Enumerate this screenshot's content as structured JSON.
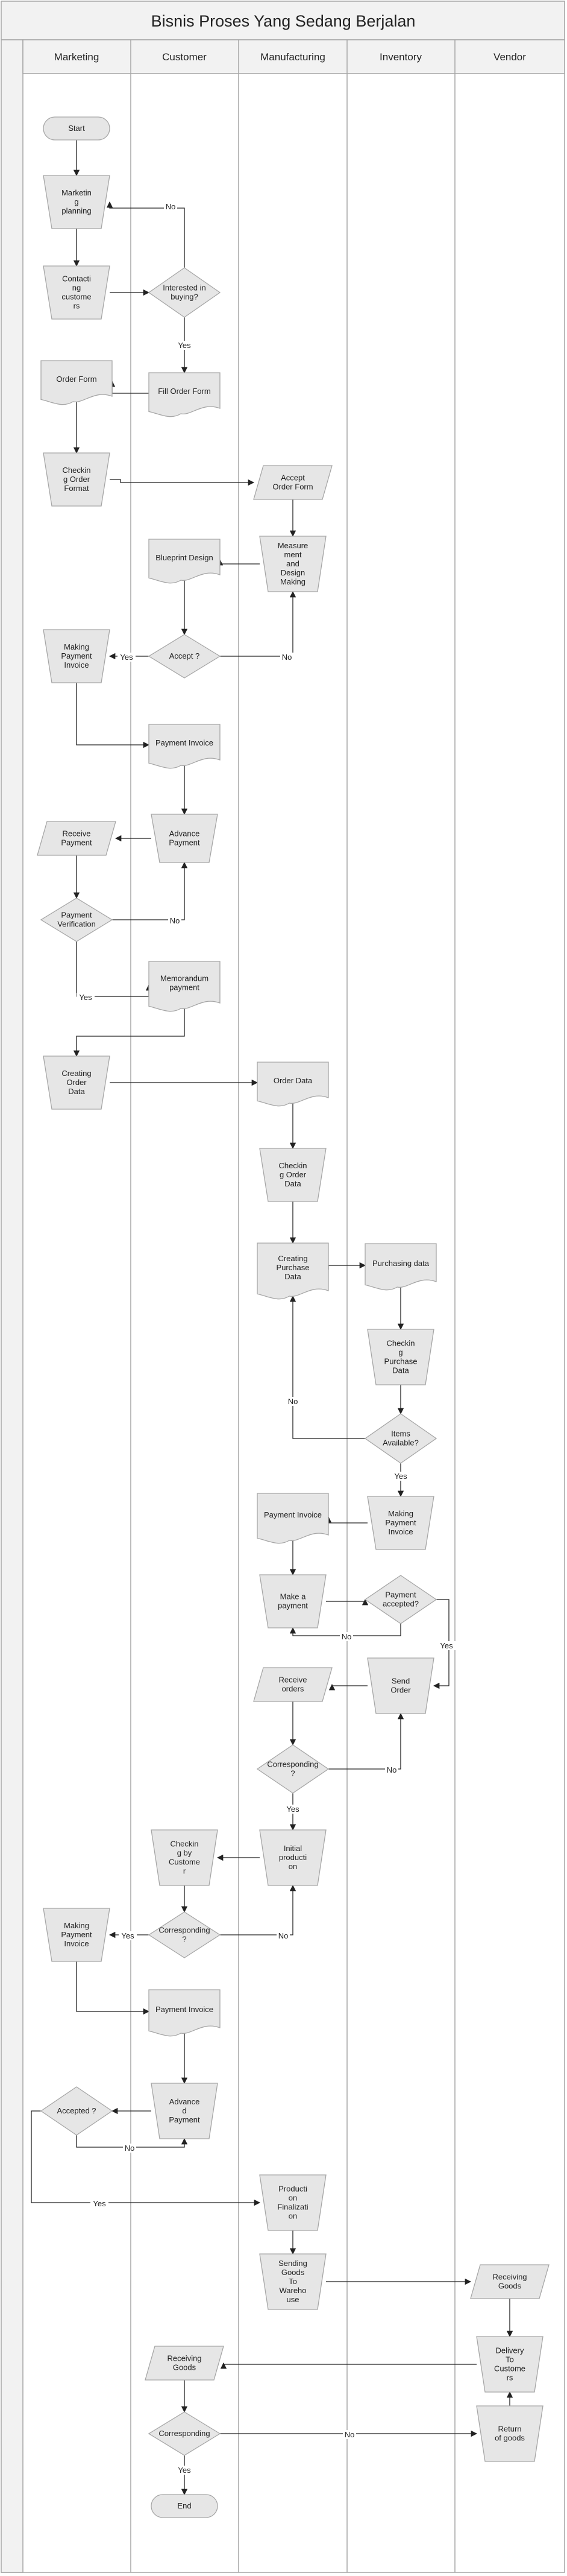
{
  "title": "Bisnis Proses Yang Sedang Berjalan",
  "lanes": [
    "Marketing",
    "Customer",
    "Manufacturing",
    "Inventory",
    "Vendor"
  ],
  "nodes": {
    "start": "Start",
    "marketing_planning": "Marketin\ng\nplanning",
    "contacting_customers": "Contacti\nng\ncustome\nrs",
    "interested": "Interested in\nbuying?",
    "fill_order_form": "Fill Order Form",
    "order_form": "Order Form",
    "checking_order_format": "Checkin\ng Order\nFormat",
    "accept_order_form": "Accept\nOrder Form",
    "measurement_design": "Measure\nment\nand\nDesign\nMaking",
    "blueprint_design": "Blueprint Design",
    "accept_q": "Accept ?",
    "making_payment_invoice_1": "Making\nPayment\nInvoice",
    "payment_invoice_1": "Payment Invoice",
    "advance_payment": "Advance\nPayment",
    "receive_payment": "Receive\nPayment",
    "payment_verification": "Payment\nVerification",
    "memorandum_payment": "Memorandum\npayment",
    "creating_order_data": "Creating\nOrder\nData",
    "order_data": "Order Data",
    "checking_order_data": "Checkin\ng Order\nData",
    "creating_purchase_data": "Creating\nPurchase\nData",
    "purchasing_data": "Purchasing data",
    "checking_purchase_data": "Checkin\ng\nPurchase\nData",
    "items_available": "Items\nAvailable?",
    "making_payment_invoice_inv": "Making\nPayment\nInvoice",
    "payment_invoice_mfg": "Payment Invoice",
    "make_a_payment": "Make a\npayment",
    "payment_accepted": "Payment\naccepted?",
    "send_order": "Send\nOrder",
    "receive_orders": "Receive\norders",
    "corresponding_mfg": "Corresponding\n?",
    "initial_production": "Initial\nproducti\non",
    "checking_by_customer": "Checkin\ng by\nCustome\nr",
    "corresponding_cust": "Corresponding\n?",
    "making_payment_invoice_2": "Making\nPayment\nInvoice",
    "payment_invoice_2": "Payment Invoice",
    "advanced_payment": "Advance\nd\nPayment",
    "accepted_q": "Accepted ?",
    "production_finalization": "Producti\non\nFinalizati\non",
    "sending_goods": "Sending\nGoods\nTo\nWareho\nuse",
    "receiving_goods_vendor": "Receiving\nGoods",
    "delivery_to_customers": "Delivery\nTo\nCustome\nrs",
    "receiving_goods_cust": "Receiving\nGoods",
    "corresponding_final": "Corresponding",
    "return_of_goods": "Return\nof goods",
    "end": "End"
  },
  "edge_labels": {
    "yes": "Yes",
    "no": "No"
  },
  "colors": {
    "shape_fill": "#e6e6e6",
    "shape_stroke": "#a6a6a6",
    "line": "#222222",
    "lane_border": "#a6a6a6",
    "header_fill": "#f2f2f2"
  }
}
